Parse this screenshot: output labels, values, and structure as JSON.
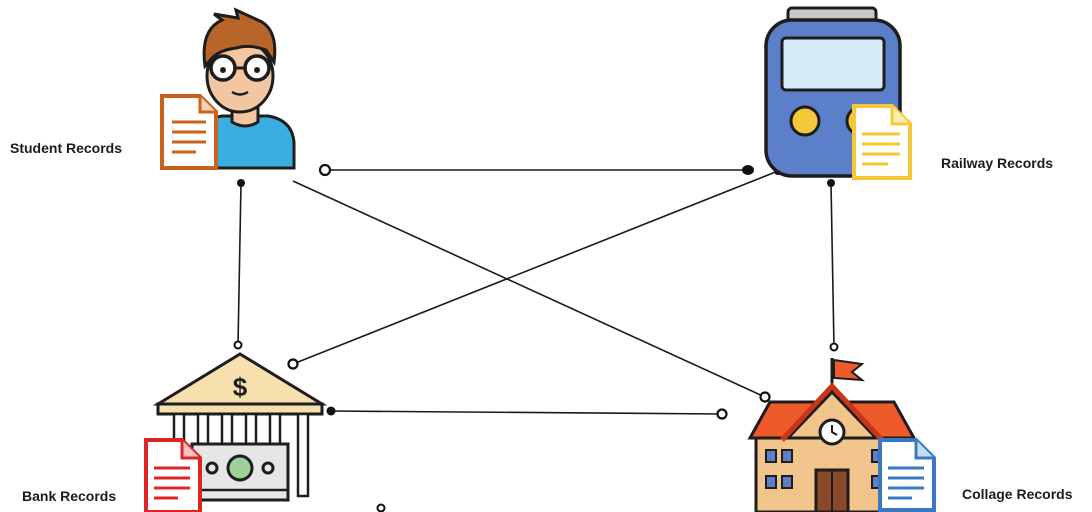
{
  "nodes": {
    "student": {
      "label": "Student Records",
      "icon": "student-with-document-icon"
    },
    "railway": {
      "label": "Railway Records",
      "icon": "train-with-document-icon"
    },
    "bank": {
      "label": "Bank Records",
      "icon": "bank-with-document-icon"
    },
    "college": {
      "label": "Collage Records",
      "icon": "school-building-with-document-icon"
    }
  },
  "connections": [
    {
      "from": "student",
      "to": "railway"
    },
    {
      "from": "student",
      "to": "bank"
    },
    {
      "from": "student",
      "to": "college"
    },
    {
      "from": "railway",
      "to": "bank"
    },
    {
      "from": "railway",
      "to": "college"
    },
    {
      "from": "bank",
      "to": "college"
    }
  ],
  "colors": {
    "line": "#1a1a1a",
    "doc_orange": "#c8621c",
    "doc_yellow": "#f5c83a",
    "doc_red": "#e02424",
    "doc_blue": "#3a78c2",
    "train_blue": "#5b7fc9",
    "roof_orange": "#ee5a2a",
    "wall_tan": "#f0c48a"
  }
}
